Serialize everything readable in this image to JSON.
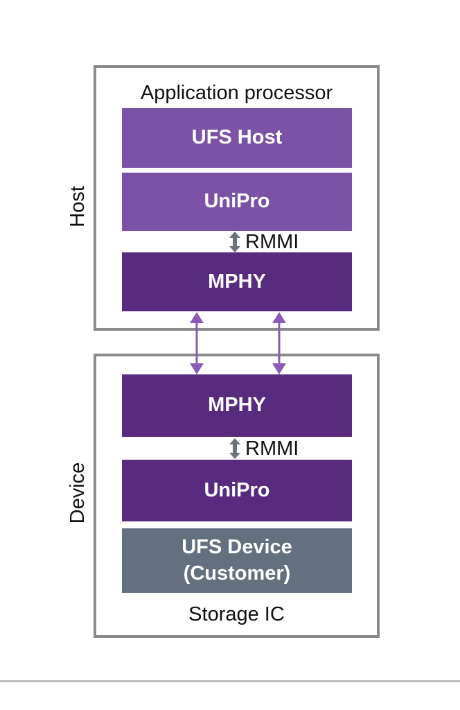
{
  "host": {
    "side_label": "Host",
    "title": "Application processor",
    "blocks": {
      "ufs_host": "UFS Host",
      "unipro": "UniPro",
      "mphy": "MPHY"
    },
    "interface_label": "RMMI"
  },
  "device": {
    "side_label": "Device",
    "title": "Storage IC",
    "blocks": {
      "mphy": "MPHY",
      "unipro": "UniPro",
      "ufs_device_line1": "UFS Device",
      "ufs_device_line2": "(Customer)"
    },
    "interface_label": "RMMI"
  },
  "colors": {
    "light_purple": "#7b52a6",
    "dark_purple": "#582b7f",
    "slate_gray": "#646f7f",
    "frame_gray": "#8a8a8a",
    "arrow_purple": "#8a5cb8",
    "rmmi_arrow_gray": "#6b7280"
  },
  "icons": {
    "rmmi_arrow": "double-vertical-arrow-icon",
    "link_arrow": "bidirectional-arrow-icon"
  }
}
